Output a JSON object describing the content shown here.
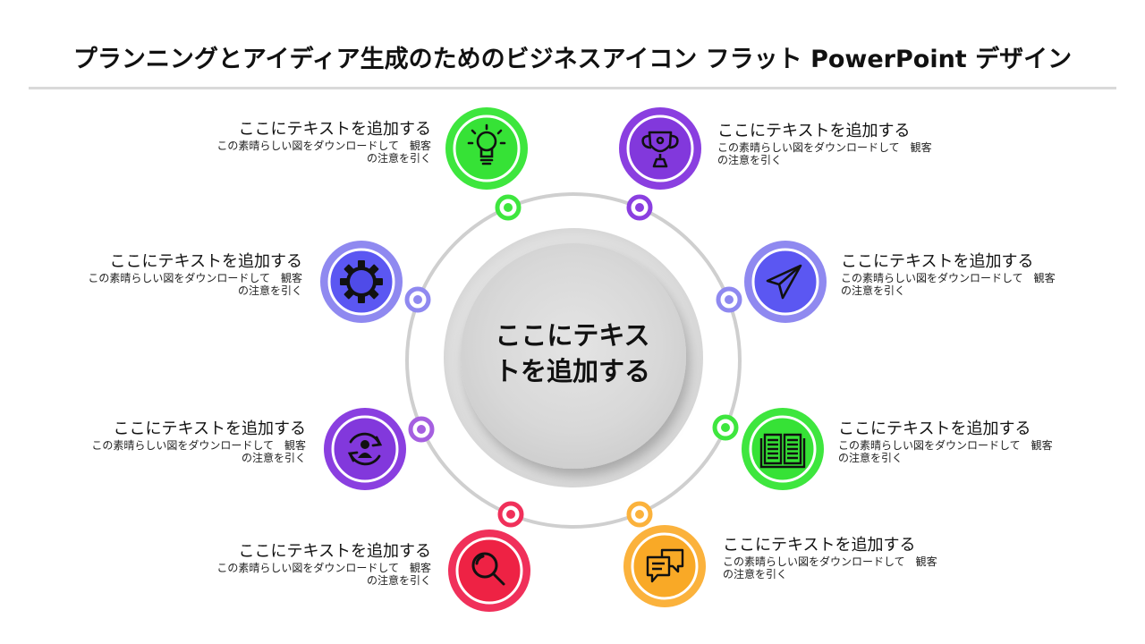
{
  "title": "プランニングとアイディア生成のためのビジネスアイコン フラット PowerPoint デザイン",
  "center": {
    "line1": "ここにテキス",
    "line2": "トを追加する"
  },
  "items": [
    {
      "heading": "ここにテキストを追加する",
      "desc_line1": "この素晴らしい図をダウンロードして　観客",
      "desc_line2": "の注意を引く",
      "color": "#3ee63e",
      "icon": "lightbulb-icon"
    },
    {
      "heading": "ここにテキストを追加する",
      "desc_line1": "この素晴らしい図をダウンロードして　観客",
      "desc_line2": "の注意を引く",
      "color": "#8a3fe0",
      "icon": "trophy-icon"
    },
    {
      "heading": "ここにテキストを追加する",
      "desc_line1": "この素晴らしい図をダウンロードして　観客",
      "desc_line2": "の注意を引く",
      "color": "#5b57f2",
      "icon": "gear-icon"
    },
    {
      "heading": "ここにテキストを追加する",
      "desc_line1": "この素晴らしい図をダウンロードして　観客",
      "desc_line2": "の注意を引く",
      "color": "#5b57f2",
      "icon": "paper-plane-icon"
    },
    {
      "heading": "ここにテキストを追加する",
      "desc_line1": "この素晴らしい図をダウンロードして　観客",
      "desc_line2": "の注意を引く",
      "color": "#8a3fe0",
      "icon": "user-cycle-icon"
    },
    {
      "heading": "ここにテキストを追加する",
      "desc_line1": "この素晴らしい図をダウンロードして　観客",
      "desc_line2": "の注意を引く",
      "color": "#3ee63e",
      "icon": "open-book-icon"
    },
    {
      "heading": "ここにテキストを追加する",
      "desc_line1": "この素晴らしい図をダウンロードして　観客",
      "desc_line2": "の注意を引く",
      "color": "#f0305a",
      "icon": "magnifier-icon"
    },
    {
      "heading": "ここにテキストを追加する",
      "desc_line1": "この素晴らしい図をダウンロードして　観客",
      "desc_line2": "の注意を引く",
      "color": "#fbb23c",
      "icon": "chat-bubbles-icon"
    }
  ]
}
